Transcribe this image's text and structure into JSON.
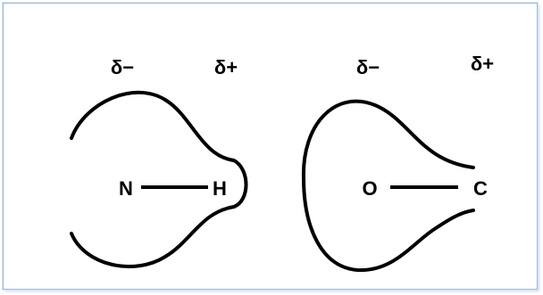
{
  "labels": {
    "nh_partial_negative": "δ−",
    "nh_partial_positive": "δ+",
    "oc_partial_negative": "δ−",
    "oc_partial_positive": "δ+",
    "atom_n": "N",
    "atom_h": "H",
    "atom_o": "O",
    "atom_c": "C"
  }
}
